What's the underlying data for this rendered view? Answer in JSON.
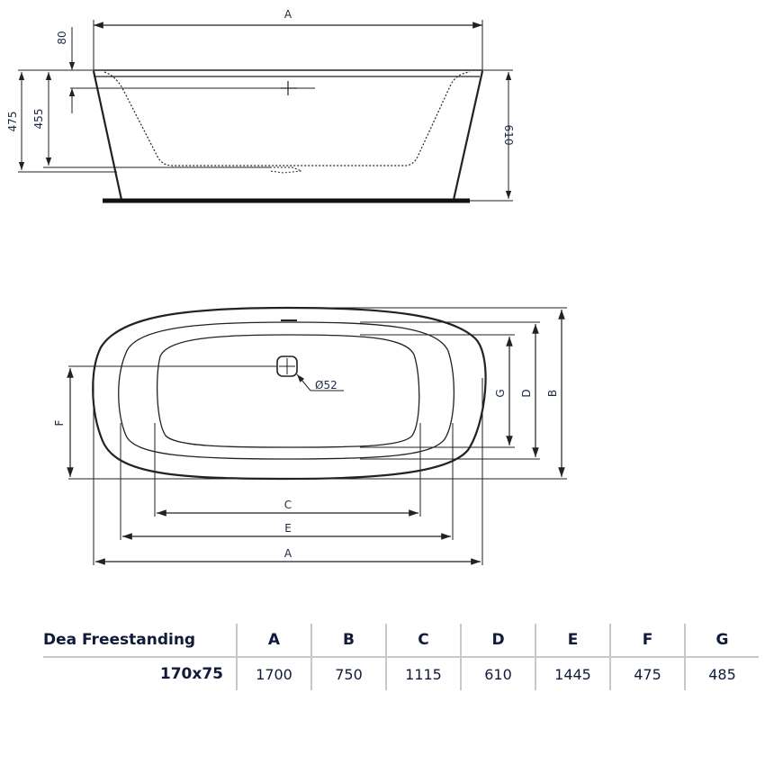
{
  "side_view": {
    "labels": {
      "overall_length": "A",
      "rim_to_overflow": "80",
      "inner_depth_total": "475",
      "water_depth": "455",
      "total_height": "610"
    }
  },
  "top_view": {
    "labels": {
      "overall_length": "A",
      "inner_length_mid": "E",
      "inner_length_basin": "C",
      "overall_width": "B",
      "inner_width_mid": "D",
      "inner_width_basin": "G",
      "drain_offset": "F",
      "drain_diameter": "Ø52"
    }
  },
  "table": {
    "header": {
      "model": "Dea Freestanding",
      "columns": [
        "A",
        "B",
        "C",
        "D",
        "E",
        "F",
        "G"
      ]
    },
    "rows": [
      {
        "size": "170x75",
        "values": [
          "1700",
          "750",
          "1115",
          "610",
          "1445",
          "475",
          "485"
        ]
      }
    ]
  },
  "colors": {
    "line": "#1a1a1a",
    "dim_line": "#333333",
    "label_text": "#1e2a4a",
    "table_rule": "#c8c8c8"
  }
}
